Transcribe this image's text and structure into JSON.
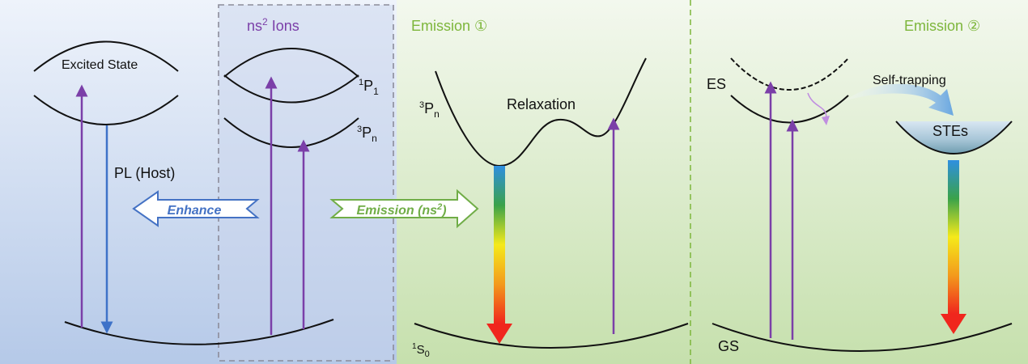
{
  "ns2_title": "ns",
  "ns2_title_sup": "2",
  "ns2_title_rest": " Ions",
  "emission1_title": "Emission ①",
  "emission2_title": "Emission ②",
  "excited_state": "Excited State",
  "pl_host": "PL (Host)",
  "enhance": "Enhance",
  "emission_ns2": "Emission (ns",
  "emission_ns2_sup": "2",
  "emission_ns2_end": ")",
  "p1_sup": "1",
  "p1_main": "P",
  "p1_sub": "1",
  "p3_sup": "3",
  "p3_main": "P",
  "p3_sub": "n",
  "p3n_sup": "3",
  "p3n_main": "P",
  "p3n_sub": "n",
  "relaxation": "Relaxation",
  "s0_sup": "1",
  "s0_main": "S",
  "s0_sub": "0",
  "es": "ES",
  "gs": "GS",
  "self_trapping": "Self-trapping",
  "stes": "STEs",
  "colors": {
    "purple_arrow": "#7B3FA8",
    "blue_arrow": "#3E72C8",
    "green_title": "#7DB63B",
    "ns2_title": "#7B3FA8",
    "enhance_blue": "#4472C4",
    "emission_green": "#70AD47"
  }
}
